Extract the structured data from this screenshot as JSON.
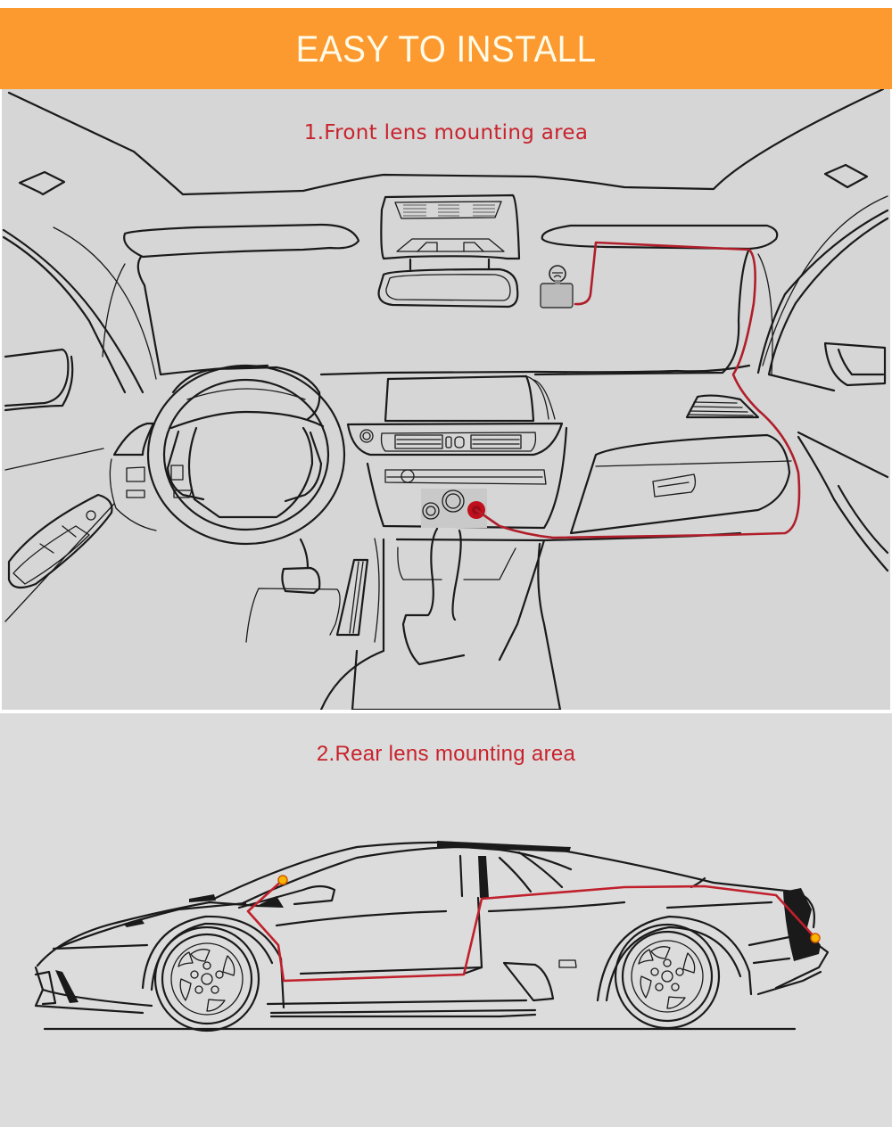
{
  "banner": {
    "title": "EASY TO INSTALL",
    "background": "#fc9a2f",
    "text_color": "#fffbe8"
  },
  "front_section": {
    "caption": "1.Front lens mounting area",
    "caption_color": "#c8232c",
    "background": "#d6d6d6",
    "illustration": "car-interior-dashboard-line-drawing",
    "wire_color": "#b01e2a",
    "power_socket_color": "#c0101c"
  },
  "rear_section": {
    "caption": "2.Rear lens mounting area",
    "caption_color": "#c8232c",
    "background": "#dcdcdc",
    "illustration": "sports-car-side-view-line-drawing",
    "wire_color": "#c0202c",
    "camera_marker_color": "#f7b500"
  }
}
